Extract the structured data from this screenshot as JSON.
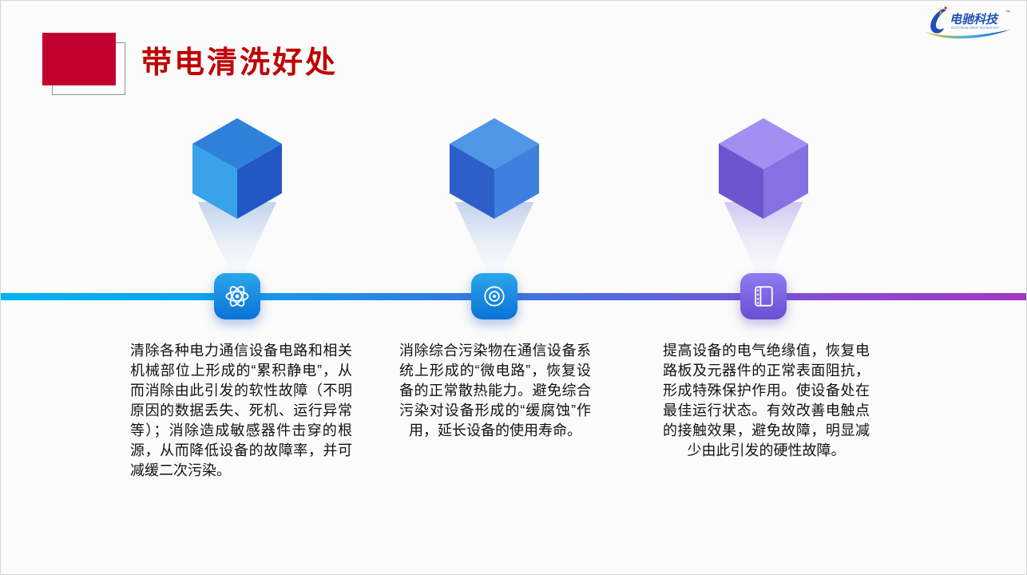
{
  "slide": {
    "title": "带电清洗好处"
  },
  "logo": {
    "brand": "电驰科技",
    "tagline": "ELECTRICAL DRIVE TECHNOLOGY",
    "trademark": "™"
  },
  "colors": {
    "title_text": "#c00000",
    "title_square": "#c10230",
    "timeline_gradient_start": "#00b4f4",
    "timeline_gradient_end": "#a237c4",
    "tile_blue_top": "#2aa7ea",
    "tile_blue_bottom": "#0b72d8",
    "tile_purple_top": "#8e7cf0",
    "tile_purple_bottom": "#6a4fd2"
  },
  "items": [
    {
      "icon": "atom-icon",
      "cube": {
        "top": "#2f80d9",
        "left": "#38a3e9",
        "right": "#2257c5"
      },
      "text": "清除各种电力通信设备电路和相关机械部位上形成的“累积静电”，从而消除由此引发的软性故障（不明原因的数据丢失、死机、运行异常等）；消除造成敏感器件击穿的根源，从而降低设备的故障率，并可减缓二次污染。"
    },
    {
      "icon": "disc-icon",
      "cube": {
        "top": "#4e96e6",
        "left": "#2d5fc9",
        "right": "#3f7fdd"
      },
      "text": "消除综合污染物在通信设备系统上形成的“微电路”，恢复设备的正常散热能力。避免综合污染对设备形成的“缓腐蚀”作用，延长设备的使用寿命。"
    },
    {
      "icon": "film-icon",
      "cube": {
        "top": "#a28ff2",
        "left": "#6c55cf",
        "right": "#8671e2"
      },
      "text": "提高设备的电气绝缘值，恢复电路板及元器件的正常表面阻抗，形成特殊保护作用。使设备处在最佳运行状态。有效改善电触点的接触效果，避免故障，明显减少由此引发的硬性故障。"
    }
  ]
}
